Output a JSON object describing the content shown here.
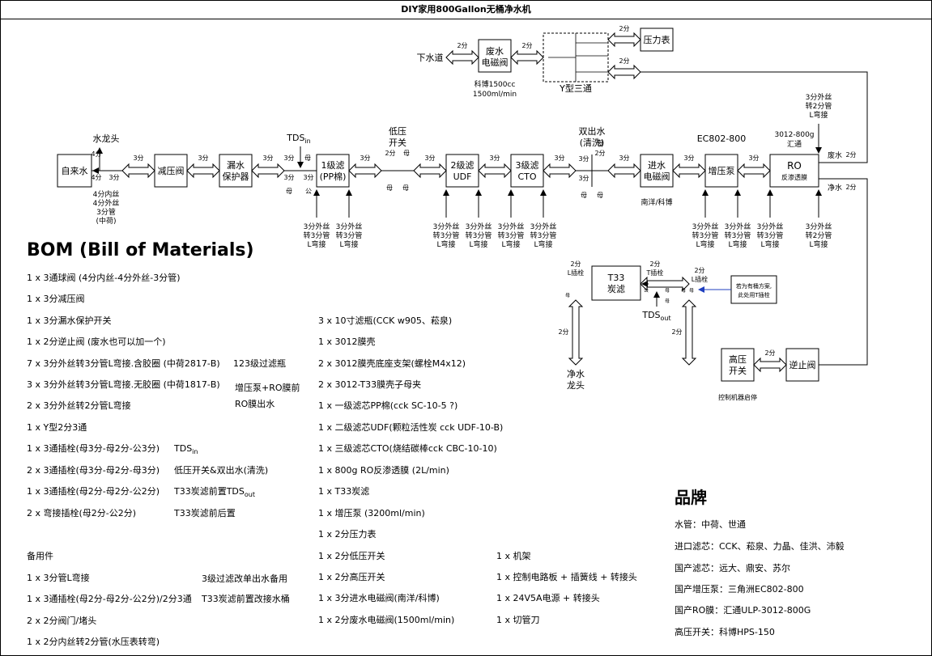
{
  "title": "DIY家用800Gallon无桶净水机",
  "components": {
    "faucet_in": "自来水",
    "pressure_reducer": "减压阀",
    "leak_l1": "漏水",
    "leak_l2": "保护器",
    "f1_l1": "1级滤",
    "f1_l2": "(PP棉)",
    "f2_l1": "2级滤",
    "f2_l2": "UDF",
    "f3_l1": "3级滤",
    "f3_l2": "CTO",
    "inlet_l1": "进水",
    "inlet_l2": "电磁阀",
    "booster": "增压泵",
    "ro_l1": "RO",
    "ro_l2": "反渗透膜",
    "waste_l1": "废水",
    "waste_l2": "电磁阀",
    "pressure_gauge": "压力表",
    "t33_l1": "T33",
    "t33_l2": "炭滤",
    "hp_l1": "高压",
    "hp_l2": "开关",
    "check_valve": "逆止阀",
    "faucet_out_l1": "净水",
    "faucet_out_l2": "龙头"
  },
  "labels": {
    "drain": "下水道",
    "waste_brand_1": "科博1500cc",
    "waste_brand_2": "1500ml/min",
    "y_tee": "Y型三通",
    "faucet_tap": "水龙头",
    "faucet_4fen_1": "4分",
    "faucet_4fen_2": "4分",
    "faucet_3fen": "3分",
    "faucet_note_1": "4分内丝",
    "faucet_note_2": "4分外丝",
    "faucet_note_3": "3分管",
    "faucet_note_4": "(中荷)",
    "tds_in_main": "TDS",
    "tds_in_sub": "in",
    "low_pressure_1": "低压",
    "low_pressure_2": "开关",
    "dual_out_1": "双出水",
    "dual_out_2": "(清洗)",
    "ec802": "EC802-800",
    "ro_model_1": "3012-800g",
    "ro_model_2": "汇通",
    "waste_water": "废水",
    "pure_water": "净水",
    "inlet_brand": "南洋/科博",
    "adapter_top_1": "3分外丝",
    "adapter_top_2": "转2分管",
    "adapter_top_3": "L弯接",
    "adapter_3f_1": "3分外丝",
    "adapter_3f_2": "转3分管",
    "adapter_3f_3": "L弯接",
    "adapter_2f_1": "3分外丝",
    "adapter_2f_2": "转2分管",
    "adapter_2f_3": "L弯接",
    "two_fen": "2分",
    "three_fen": "3分",
    "mu": "母",
    "gong": "公",
    "plug_l": "L插栓",
    "plug_t": "T插栓",
    "callout_1": "若为有桶方案,",
    "callout_2": "此处用T插栓",
    "tds_out_main": "TDS",
    "tds_out_sub": "out",
    "ctrl_note": "控制机器启停"
  },
  "bom": {
    "title": "BOM (Bill of Materials)",
    "col1": [
      "1 x 3通球阀 (4分内丝-4分外丝-3分管)",
      "1 x 3分减压阀",
      "1 x 3分漏水保护开关",
      "1 x 2分逆止阀 (废水也可以加一个)",
      "7 x 3分外丝转3分管L弯接.含胶圈 (中荷2817-B)",
      "3 x 3分外丝转3分管L弯接.无胶圈 (中荷1817-B)",
      "2 x 3分外丝转2分管L弯接",
      "1 x Y型2分3通",
      "1 x 3通插栓(母3分-母2分-公3分)",
      "2 x 3通插栓(母3分-母2分-母3分)",
      "1 x 3通插栓(母2分-母2分-公2分)",
      "2 x 弯接插栓(母2分-公2分)"
    ],
    "col1_notes": {
      "n4": "123级过滤瓶",
      "n5": "增压泵+RO膜前",
      "n6": "RO膜出水",
      "n8_main": "TDS",
      "n8_sub": "in",
      "n9": "低压开关&双出水(清洗)",
      "n10_main": "T33炭滤前置TDS",
      "n10_sub": "out",
      "n11": "T33炭滤前后置"
    },
    "col2": [
      "3 x 10寸滤瓶(CCK w905、菘泉)",
      "1 x 3012膜壳",
      "2 x 3012膜壳底座支架(螺栓M4x12)",
      "2 x 3012-T33膜壳子母夹",
      "1 x 一级滤芯PP棉(cck SC-10-5 ?)",
      "1 x 二级滤芯UDF(颗粒活性炭 cck UDF-10-B)",
      "1 x 三级滤芯CTO(烧结碳棒cck CBC-10-10)",
      "1 x 800g RO反渗透膜 (2L/min)",
      "1 x T33炭滤",
      "1 x 增压泵 (3200ml/min)",
      "1 x 2分压力表",
      "1 x 2分低压开关",
      "1 x 2分高压开关",
      "1 x 3分进水电磁阀(南洋/科博)",
      "1 x 2分废水电磁阀(1500ml/min)"
    ],
    "col3": [
      "1 x 机架",
      "1 x 控制电路板 + 插簧线 + 转接头",
      "1 x 24V5A电源 + 转接头",
      "1 x 切管刀"
    ],
    "spares_title": "备用件",
    "spares": [
      "1 x 3分管L弯接",
      "1 x 3通插栓(母2分-母2分-公2分)/2分3通",
      "2 x 2分阀门/堵头",
      "1 x 2分内丝转2分管(水压表转弯)"
    ],
    "spare_notes": {
      "s0": "3级过滤改单出水备用",
      "s1": "T33炭滤前置改接水桶"
    }
  },
  "brands": {
    "title": "品牌",
    "items": [
      "水管：中荷、世通",
      "进口滤芯：CCK、菘泉、力晶、佳洪、沛毅",
      "国产滤芯：远大、鼎安、苏尔",
      "国产增压泵：三角洲EC802-800",
      "国产RO膜：汇通ULP-3012-800G",
      "高压开关：科博HPS-150"
    ]
  },
  "colors": {
    "line": "#000000",
    "callout_arrow": "#1f3fbf"
  }
}
